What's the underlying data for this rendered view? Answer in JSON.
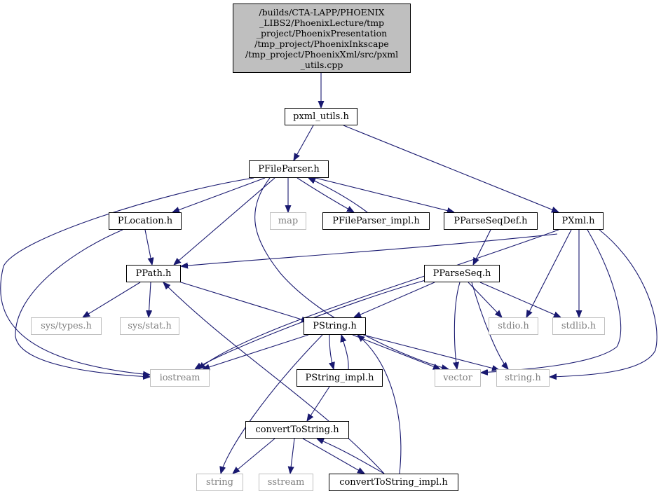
{
  "nodes": {
    "root": "/builds/CTA-LAPP/PHOENIX\n_LIBS2/PhoenixLecture/tmp\n_project/PhoenixPresentation\n/tmp_project/PhoenixInkscape\n/tmp_project/PhoenixXml/src/pxml\n_utils.cpp",
    "pxml_utils": "pxml_utils.h",
    "pfileparser": "PFileParser.h",
    "plocation": "PLocation.h",
    "map": "map",
    "pfileparser_impl": "PFileParser_impl.h",
    "pparseseqdef": "PParseSeqDef.h",
    "pxml": "PXml.h",
    "ppath": "PPath.h",
    "pparseseq": "PParseSeq.h",
    "sys_types": "sys/types.h",
    "sys_stat": "sys/stat.h",
    "pstring": "PString.h",
    "stdio": "stdio.h",
    "stdlib": "stdlib.h",
    "iostream": "iostream",
    "pstring_impl": "PString_impl.h",
    "vector": "vector",
    "string_h": "string.h",
    "converttostring": "convertToString.h",
    "string": "string",
    "sstream": "sstream",
    "converttostring_impl": "convertToString_impl.h"
  },
  "colors": {
    "edge": "#191970",
    "root_fill": "#bfbfbf",
    "external_border": "#bfbfbf",
    "external_text": "#7f7f7f"
  }
}
